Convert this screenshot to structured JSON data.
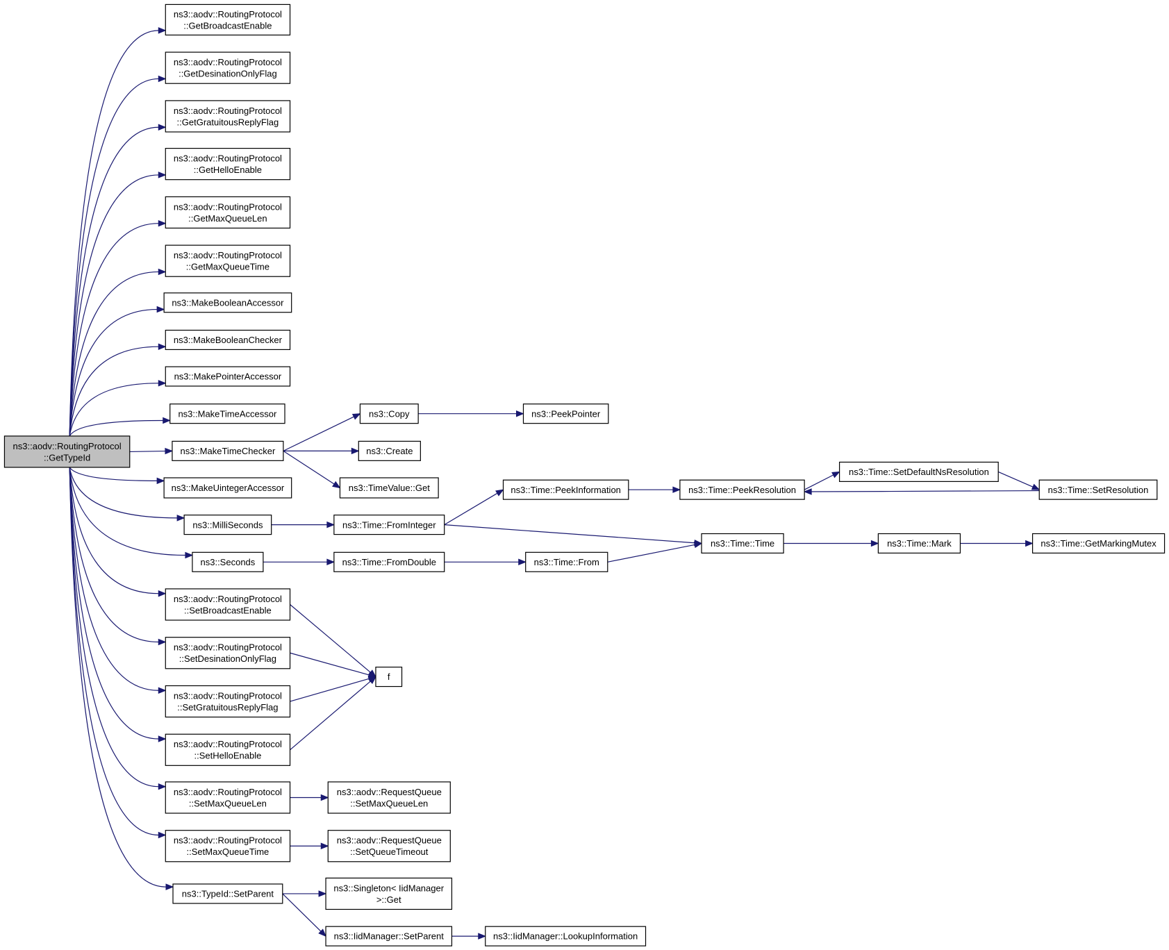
{
  "diagram": {
    "nodes": [
      {
        "id": "root",
        "lines": [
          "ns3::aodv::RoutingProtocol",
          "::GetTypeId"
        ],
        "highlight": true
      },
      {
        "id": "get_broadcast_enable",
        "lines": [
          "ns3::aodv::RoutingProtocol",
          "::GetBroadcastEnable"
        ]
      },
      {
        "id": "get_desination_only_flag",
        "lines": [
          "ns3::aodv::RoutingProtocol",
          "::GetDesinationOnlyFlag"
        ]
      },
      {
        "id": "get_gratuitous_reply_flag",
        "lines": [
          "ns3::aodv::RoutingProtocol",
          "::GetGratuitousReplyFlag"
        ]
      },
      {
        "id": "get_hello_enable",
        "lines": [
          "ns3::aodv::RoutingProtocol",
          "::GetHelloEnable"
        ]
      },
      {
        "id": "get_max_queue_len",
        "lines": [
          "ns3::aodv::RoutingProtocol",
          "::GetMaxQueueLen"
        ]
      },
      {
        "id": "get_max_queue_time",
        "lines": [
          "ns3::aodv::RoutingProtocol",
          "::GetMaxQueueTime"
        ]
      },
      {
        "id": "make_boolean_accessor",
        "lines": [
          "ns3::MakeBooleanAccessor"
        ]
      },
      {
        "id": "make_boolean_checker",
        "lines": [
          "ns3::MakeBooleanChecker"
        ]
      },
      {
        "id": "make_pointer_accessor",
        "lines": [
          "ns3::MakePointerAccessor"
        ]
      },
      {
        "id": "make_time_accessor",
        "lines": [
          "ns3::MakeTimeAccessor"
        ]
      },
      {
        "id": "make_time_checker",
        "lines": [
          "ns3::MakeTimeChecker"
        ]
      },
      {
        "id": "make_uinteger_accessor",
        "lines": [
          "ns3::MakeUintegerAccessor"
        ]
      },
      {
        "id": "milli_seconds",
        "lines": [
          "ns3::MilliSeconds"
        ]
      },
      {
        "id": "seconds",
        "lines": [
          "ns3::Seconds"
        ]
      },
      {
        "id": "set_broadcast_enable",
        "lines": [
          "ns3::aodv::RoutingProtocol",
          "::SetBroadcastEnable"
        ]
      },
      {
        "id": "set_desination_only_flag",
        "lines": [
          "ns3::aodv::RoutingProtocol",
          "::SetDesinationOnlyFlag"
        ]
      },
      {
        "id": "set_gratuitous_reply_flag",
        "lines": [
          "ns3::aodv::RoutingProtocol",
          "::SetGratuitousReplyFlag"
        ]
      },
      {
        "id": "set_hello_enable",
        "lines": [
          "ns3::aodv::RoutingProtocol",
          "::SetHelloEnable"
        ]
      },
      {
        "id": "set_max_queue_len",
        "lines": [
          "ns3::aodv::RoutingProtocol",
          "::SetMaxQueueLen"
        ]
      },
      {
        "id": "set_max_queue_time",
        "lines": [
          "ns3::aodv::RoutingProtocol",
          "::SetMaxQueueTime"
        ]
      },
      {
        "id": "typeid_set_parent",
        "lines": [
          "ns3::TypeId::SetParent"
        ]
      },
      {
        "id": "copy",
        "lines": [
          "ns3::Copy"
        ]
      },
      {
        "id": "peek_pointer",
        "lines": [
          "ns3::PeekPointer"
        ]
      },
      {
        "id": "create",
        "lines": [
          "ns3::Create"
        ]
      },
      {
        "id": "timevalue_get",
        "lines": [
          "ns3::TimeValue::Get"
        ]
      },
      {
        "id": "from_integer",
        "lines": [
          "ns3::Time::FromInteger"
        ]
      },
      {
        "id": "peek_information",
        "lines": [
          "ns3::Time::PeekInformation"
        ]
      },
      {
        "id": "peek_resolution",
        "lines": [
          "ns3::Time::PeekResolution"
        ]
      },
      {
        "id": "set_default_ns_resolution",
        "lines": [
          "ns3::Time::SetDefaultNsResolution"
        ]
      },
      {
        "id": "set_resolution",
        "lines": [
          "ns3::Time::SetResolution"
        ]
      },
      {
        "id": "time_time",
        "lines": [
          "ns3::Time::Time"
        ]
      },
      {
        "id": "time_mark",
        "lines": [
          "ns3::Time::Mark"
        ]
      },
      {
        "id": "get_marking_mutex",
        "lines": [
          "ns3::Time::GetMarkingMutex"
        ]
      },
      {
        "id": "from_double",
        "lines": [
          "ns3::Time::FromDouble"
        ]
      },
      {
        "id": "time_from",
        "lines": [
          "ns3::Time::From"
        ]
      },
      {
        "id": "f",
        "lines": [
          "f"
        ]
      },
      {
        "id": "rq_set_max_queue_len",
        "lines": [
          "ns3::aodv::RequestQueue",
          "::SetMaxQueueLen"
        ]
      },
      {
        "id": "rq_set_queue_timeout",
        "lines": [
          "ns3::aodv::RequestQueue",
          "::SetQueueTimeout"
        ]
      },
      {
        "id": "singleton_get",
        "lines": [
          "ns3::Singleton< IidManager",
          ">::Get"
        ]
      },
      {
        "id": "iid_set_parent",
        "lines": [
          "ns3::IidManager::SetParent"
        ]
      },
      {
        "id": "iid_lookup_information",
        "lines": [
          "ns3::IidManager::LookupInformation"
        ]
      }
    ],
    "edges": [
      [
        "root",
        "get_broadcast_enable"
      ],
      [
        "root",
        "get_desination_only_flag"
      ],
      [
        "root",
        "get_gratuitous_reply_flag"
      ],
      [
        "root",
        "get_hello_enable"
      ],
      [
        "root",
        "get_max_queue_len"
      ],
      [
        "root",
        "get_max_queue_time"
      ],
      [
        "root",
        "make_boolean_accessor"
      ],
      [
        "root",
        "make_boolean_checker"
      ],
      [
        "root",
        "make_pointer_accessor"
      ],
      [
        "root",
        "make_time_accessor"
      ],
      [
        "root",
        "make_time_checker"
      ],
      [
        "root",
        "make_uinteger_accessor"
      ],
      [
        "root",
        "milli_seconds"
      ],
      [
        "root",
        "seconds"
      ],
      [
        "root",
        "set_broadcast_enable"
      ],
      [
        "root",
        "set_desination_only_flag"
      ],
      [
        "root",
        "set_gratuitous_reply_flag"
      ],
      [
        "root",
        "set_hello_enable"
      ],
      [
        "root",
        "set_max_queue_len"
      ],
      [
        "root",
        "set_max_queue_time"
      ],
      [
        "root",
        "typeid_set_parent"
      ],
      [
        "make_time_checker",
        "copy"
      ],
      [
        "make_time_checker",
        "create"
      ],
      [
        "make_time_checker",
        "timevalue_get"
      ],
      [
        "copy",
        "peek_pointer"
      ],
      [
        "milli_seconds",
        "from_integer"
      ],
      [
        "from_integer",
        "peek_information"
      ],
      [
        "from_integer",
        "time_time"
      ],
      [
        "peek_information",
        "peek_resolution"
      ],
      [
        "peek_resolution",
        "set_default_ns_resolution"
      ],
      [
        "set_default_ns_resolution",
        "set_resolution"
      ],
      [
        "set_resolution",
        "peek_resolution"
      ],
      [
        "seconds",
        "from_double"
      ],
      [
        "from_double",
        "time_from"
      ],
      [
        "time_from",
        "time_time"
      ],
      [
        "time_time",
        "time_mark"
      ],
      [
        "time_mark",
        "get_marking_mutex"
      ],
      [
        "set_broadcast_enable",
        "f"
      ],
      [
        "set_desination_only_flag",
        "f"
      ],
      [
        "set_gratuitous_reply_flag",
        "f"
      ],
      [
        "set_hello_enable",
        "f"
      ],
      [
        "set_max_queue_len",
        "rq_set_max_queue_len"
      ],
      [
        "set_max_queue_time",
        "rq_set_queue_timeout"
      ],
      [
        "typeid_set_parent",
        "singleton_get"
      ],
      [
        "typeid_set_parent",
        "iid_set_parent"
      ],
      [
        "iid_set_parent",
        "iid_lookup_information"
      ]
    ]
  }
}
